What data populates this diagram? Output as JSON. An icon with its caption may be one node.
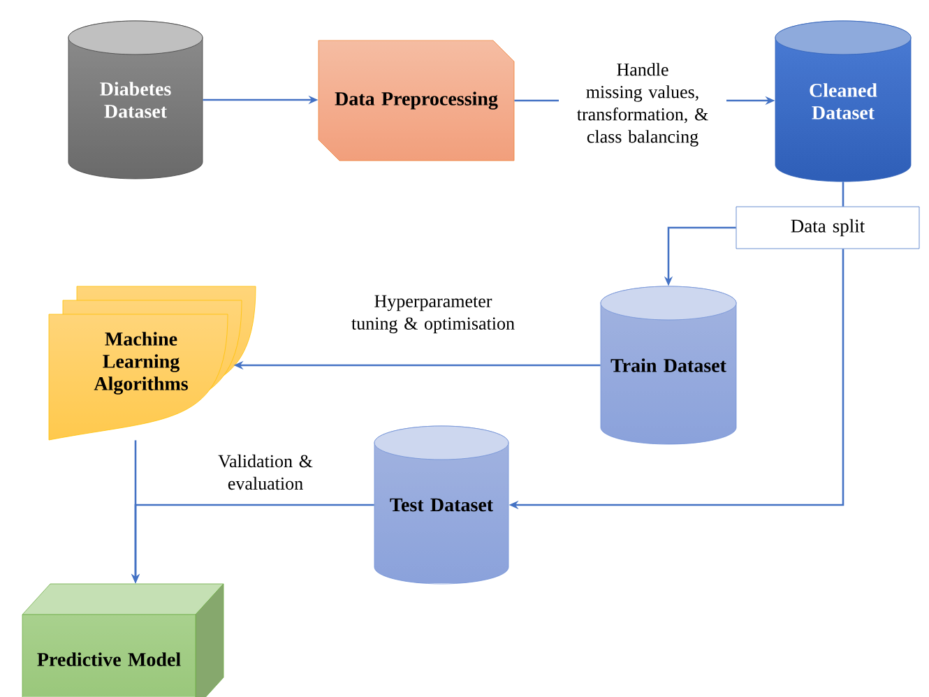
{
  "diagram": {
    "nodes": [
      {
        "text": [
          "Diabetes Dataset"
        ]
      },
      {
        "text": [
          "Data Preprocessing"
        ]
      },
      {
        "text": [
          "Cleaned Dataset"
        ]
      },
      {
        "text": [
          "Data split"
        ]
      },
      {
        "text": [
          "Train Dataset"
        ]
      },
      {
        "text": [
          "Machine Learning Algorithms"
        ]
      },
      {
        "text": [
          "Test Dataset"
        ]
      },
      {
        "text": [
          "Predictive Model"
        ]
      }
    ],
    "edges": [
      {
        "from": 0,
        "to": 1,
        "arrow": "to"
      },
      {
        "from": 1,
        "to": 2,
        "arrow": "to",
        "label": "Handle missing values, transformation, & class balancing"
      },
      {
        "from": 2,
        "to": 3,
        "arrow": "none"
      },
      {
        "from": 3,
        "to": 4,
        "arrow": "to"
      },
      {
        "from": 3,
        "to": 6,
        "arrow": "to"
      },
      {
        "from": 4,
        "to": 5,
        "arrow": "to",
        "label": "Hyperparameter tuning & optimisation"
      },
      {
        "from": 6,
        "to": 7,
        "arrow": "to",
        "label": "Validation & evaluation"
      },
      {
        "from": 5,
        "to": 7,
        "arrow": "to"
      }
    ]
  }
}
